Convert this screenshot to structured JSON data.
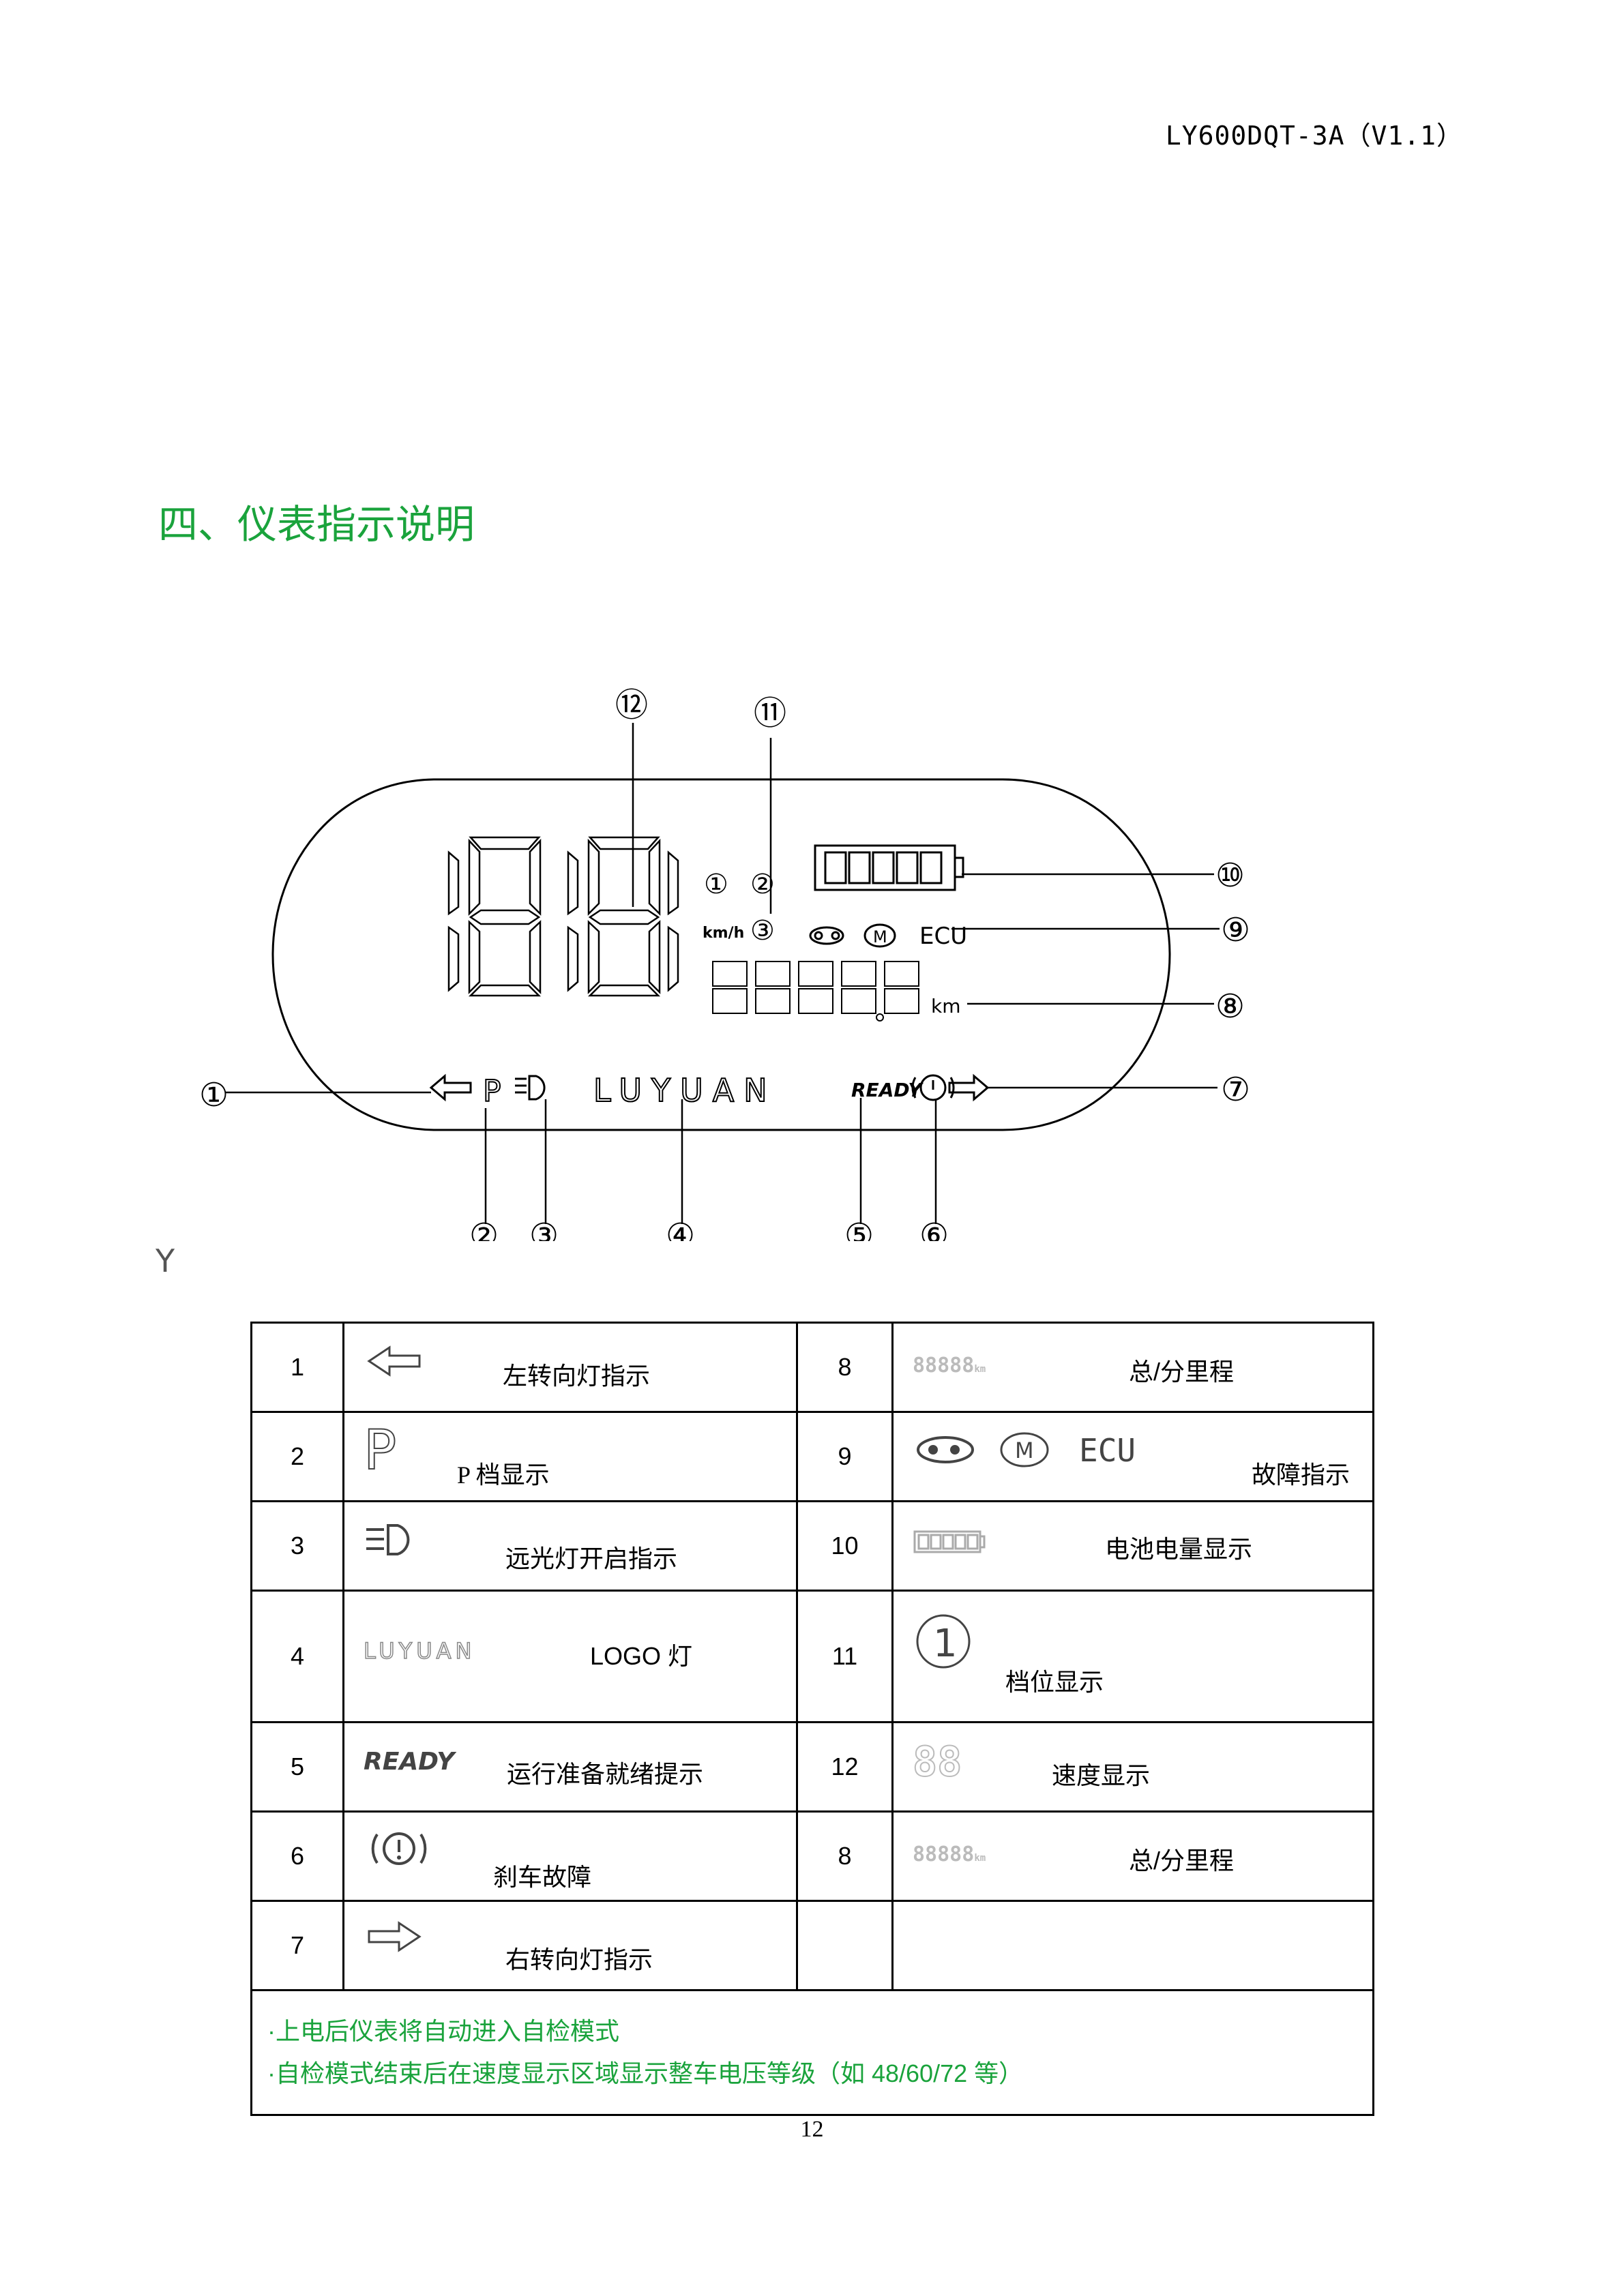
{
  "header": {
    "doc_code": "LY600DQT-3A（V1.1）"
  },
  "section_title": "四、仪表指示说明",
  "stray_glyph": "Y",
  "diagram": {
    "callouts": [
      "①",
      "②",
      "③",
      "④",
      "⑤",
      "⑥",
      "⑦",
      "⑧",
      "⑨",
      "⑩",
      "⑪",
      "⑫"
    ],
    "display": {
      "speed_unit": "km/h",
      "gear_1": "①",
      "gear_2": "②",
      "gear_3": "③",
      "fault_ecu": "ECU",
      "odometer_unit": "km",
      "brand": "LUYUAN",
      "ready": "READY",
      "p_gear": "P"
    }
  },
  "table": {
    "rows": [
      {
        "left_num": "1",
        "left_label": "左转向灯指示",
        "right_num": "8",
        "right_label": "总/分里程"
      },
      {
        "left_num": "2",
        "left_label": "P 档显示",
        "right_num": "9",
        "right_label": "故障指示"
      },
      {
        "left_num": "3",
        "left_label": "远光灯开启指示",
        "right_num": "10",
        "right_label": "电池电量显示"
      },
      {
        "left_num": "4",
        "left_label": "LOGO 灯",
        "right_num": "11",
        "right_label": "档位显示"
      },
      {
        "left_num": "5",
        "left_label": "运行准备就绪提示",
        "right_num": "12",
        "right_label": "速度显示"
      },
      {
        "left_num": "6",
        "left_label": "刹车故障",
        "right_num": "8",
        "right_label": "总/分里程"
      },
      {
        "left_num": "7",
        "left_label": "右转向灯指示",
        "right_num": "",
        "right_label": ""
      }
    ],
    "icon_text": {
      "p": "P",
      "logo": "LUYUAN",
      "ready": "READY",
      "ecu": "ECU",
      "odo_digits": "88888",
      "odo_unit": "km",
      "speed_digits": "88",
      "gear": "1"
    },
    "notes": [
      "·上电后仪表将自动进入自检模式",
      "·自检模式结束后在速度显示区域显示整车电压等级（如 48/60/72 等）"
    ]
  },
  "page_number": "12",
  "colors": {
    "accent_green": "#1aa33c",
    "line": "#000000"
  }
}
